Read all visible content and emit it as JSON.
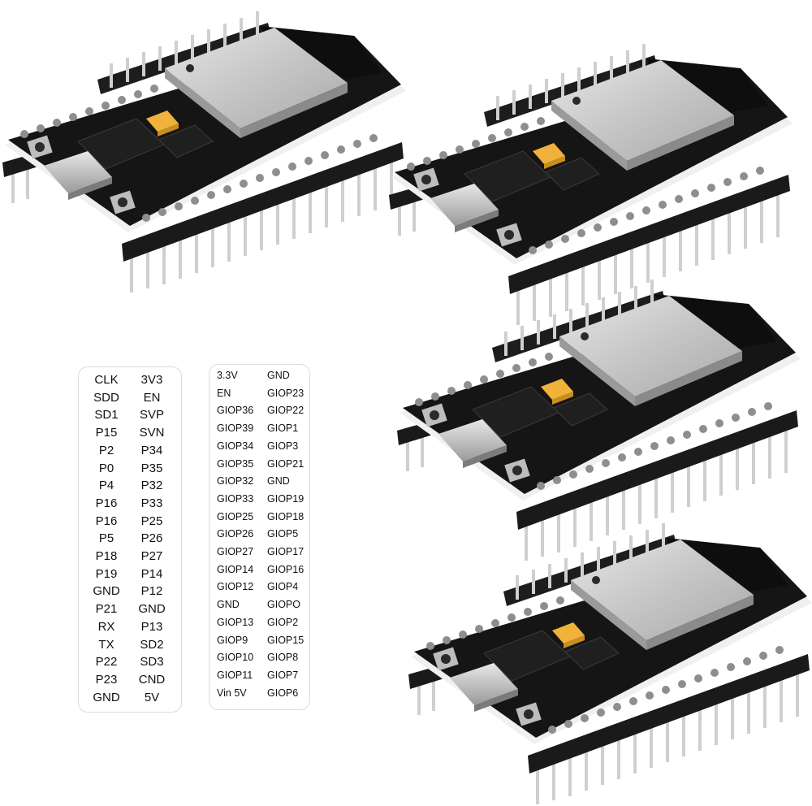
{
  "pinout_left": {
    "rows": [
      [
        "CLK",
        "3V3"
      ],
      [
        "SDD",
        "EN"
      ],
      [
        "SD1",
        "SVP"
      ],
      [
        "P15",
        "SVN"
      ],
      [
        "P2",
        "P34"
      ],
      [
        "P0",
        "P35"
      ],
      [
        "P4",
        "P32"
      ],
      [
        "P16",
        "P33"
      ],
      [
        "P16",
        "P25"
      ],
      [
        "P5",
        "P26"
      ],
      [
        "P18",
        "P27"
      ],
      [
        "P19",
        "P14"
      ],
      [
        "GND",
        "P12"
      ],
      [
        "P21",
        "GND"
      ],
      [
        "RX",
        "P13"
      ],
      [
        "TX",
        "SD2"
      ],
      [
        "P22",
        "SD3"
      ],
      [
        "P23",
        "CND"
      ],
      [
        "GND",
        "5V"
      ]
    ]
  },
  "pinout_right": {
    "rows": [
      [
        "3.3V",
        "GND"
      ],
      [
        "EN",
        "GIOP23"
      ],
      [
        "GIOP36",
        "GIOP22"
      ],
      [
        "GIOP39",
        "GIOP1"
      ],
      [
        "GIOP34",
        "GIOP3"
      ],
      [
        "GIOP35",
        "GIOP21"
      ],
      [
        "GIOP32",
        "GND"
      ],
      [
        "GIOP33",
        "GIOP19"
      ],
      [
        "GIOP25",
        "GIOP18"
      ],
      [
        "GIOP26",
        "GIOP5"
      ],
      [
        "GIOP27",
        "GIOP17"
      ],
      [
        "GIOP14",
        "GIOP16"
      ],
      [
        "GIOP12",
        "GIOP4"
      ],
      [
        "GND",
        "GIOPO"
      ],
      [
        "GIOP13",
        "GIOP2"
      ],
      [
        "GIOP9",
        "GIOP15"
      ],
      [
        "GIOP10",
        "GIOP8"
      ],
      [
        "GIOP11",
        "GIOP7"
      ],
      [
        "Vin 5V",
        "GIOP6"
      ]
    ]
  },
  "colors": {
    "pcb": "#151515",
    "shield": "#c9c9c9",
    "pin": "#d4d4d4",
    "header": "#1a1a1a",
    "capacitor": "#f0b23a"
  }
}
